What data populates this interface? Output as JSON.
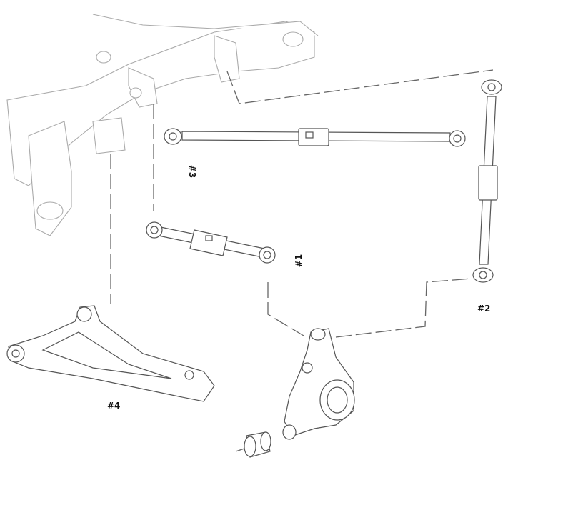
{
  "labels": {
    "part1": "#1",
    "part2": "#2",
    "part3": "#3",
    "part4": "#4"
  }
}
